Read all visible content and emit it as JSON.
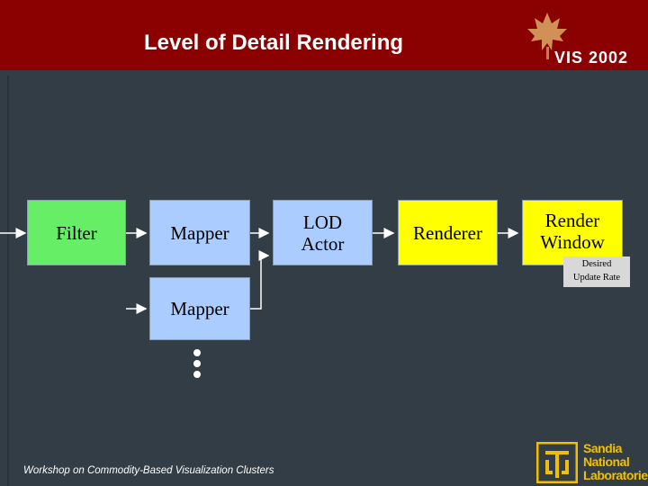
{
  "slide": {
    "title": "Level of Detail Rendering",
    "footer": "Workshop on Commodity-Based Visualization Clusters"
  },
  "conference_logo": {
    "text": "VIS 2002",
    "icon": "maple-leaf-icon"
  },
  "pipeline": {
    "filter": "Filter",
    "mapper_top": "Mapper",
    "mapper_bottom": "Mapper",
    "lod_actor_line1": "LOD",
    "lod_actor_line2": "Actor",
    "renderer": "Renderer",
    "render_window_line1": "Render",
    "render_window_line2": "Window",
    "desired_rate_line1": "Desired",
    "desired_rate_line2": "Update Rate"
  },
  "org_logo": {
    "line1": "Sandia",
    "line2": "National",
    "line3": "Laboratories",
    "icon": "thunderbird-icon"
  },
  "colors": {
    "header": "#8b0000",
    "background": "#333d45",
    "filter": "#66ee66",
    "mapper": "#aaccff",
    "renderer": "#ffff00",
    "logo_accent": "#f0c000"
  }
}
